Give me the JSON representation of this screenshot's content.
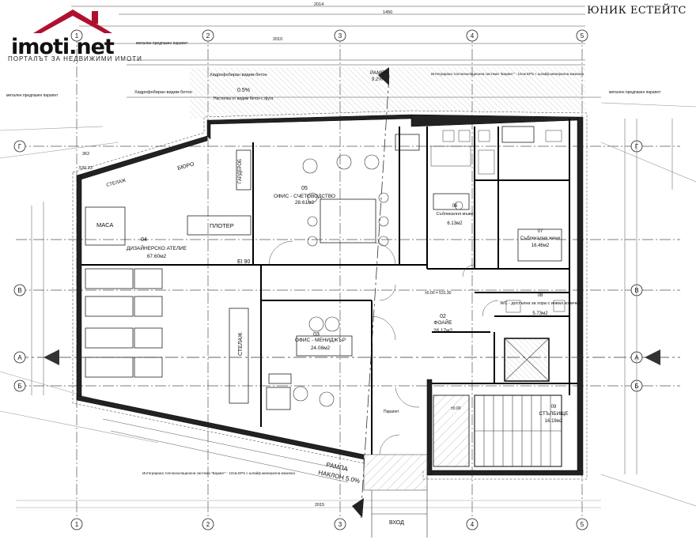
{
  "logo": {
    "brand": "imoti.net",
    "tagline": "ПОРТАЛЪТ ЗА НЕДВИЖИМИ ИМОТИ"
  },
  "watermark": "ЮНИК ЕСТЕЙТС",
  "axes": {
    "columns": [
      "1",
      "2",
      "3",
      "4",
      "5"
    ],
    "rows": [
      "A",
      "Б",
      "В",
      "Г"
    ]
  },
  "rooms": [
    {
      "id": "r04",
      "number": "04",
      "name": "ДИЗАЙНЕРСКО АТЕЛИЕ",
      "area": "67.60м2"
    },
    {
      "id": "r03",
      "number": "03",
      "name": "ОФИС - МЕНИДЖЪР",
      "area": "24.08м2"
    },
    {
      "id": "r05",
      "number": "05",
      "name": "ОФИС - СЧЕТОВОДСТВО",
      "area": "28.61м2"
    },
    {
      "id": "r02",
      "number": "02",
      "name": "ФОАЙЕ",
      "area": "28.17м2"
    },
    {
      "id": "r06",
      "number": "06",
      "name": "Съблекалня мъже",
      "area": "6.13м2"
    },
    {
      "id": "r07",
      "number": "07",
      "name": "Съблекалня жени",
      "area": "16.46м2"
    },
    {
      "id": "r08",
      "number": "08",
      "name": "WC - достъпна за хора с инвал.колички",
      "area": "5.73м2"
    },
    {
      "id": "r09",
      "number": "09",
      "name": "СТЪЛБИЩЕ",
      "area": "16.19м2"
    }
  ],
  "furniture": {
    "table": "МАСА",
    "plotter": "ПЛОТЕР",
    "shelf": "СТЕЛАЖ",
    "desk": "БЮРО",
    "wardrobe": "ГАРДЕРОБ"
  },
  "ramp_top": {
    "label": "РАМПА",
    "slope": "9.2%"
  },
  "ramp_bottom": {
    "label": "РАМПА",
    "slope": "НАКЛОН 5.0%"
  },
  "entrance": "ВХОД",
  "slope_note": "0.5%",
  "fire_rating": "EI 90",
  "dimensions": {
    "d2014": "2014",
    "d1450": "1450",
    "d2015": "2015",
    "d2010": "2010",
    "d530": "530.23",
    "d362": "362"
  },
  "notes": {
    "n1": "Хидрофобиран видим бетон",
    "n2": "метален предпазен парапет",
    "n3": "Интегрирана топлоизолационна система \"Баумит\" - 10см EPS с шлайф минерална мазилка",
    "n4": "Настилка от видим бетон с фугa",
    "n5": "Парапет"
  },
  "elev": {
    "e1": "±0.00 = 531.30",
    "e2": "±0.00"
  }
}
